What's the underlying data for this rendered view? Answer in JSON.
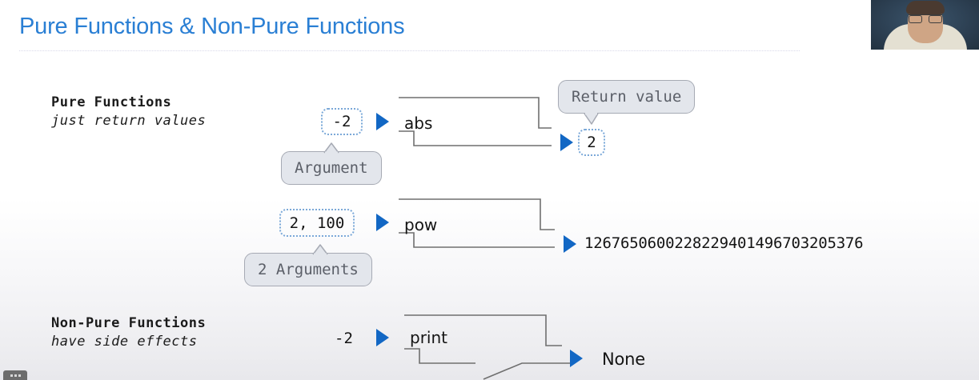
{
  "slide": {
    "title": "Pure Functions & Non-Pure Functions",
    "accent_color": "#2a7fd4",
    "triangle_color": "#1267c4",
    "chip_border_color": "#7aa8d8",
    "callout_bg": "#e3e6ec",
    "callout_border": "#a6aab4",
    "callout_text": "#5b5f68",
    "machine_line_color": "#6f6f6f"
  },
  "sections": {
    "pure": {
      "heading": "Pure Functions",
      "subheading": "just return values"
    },
    "non_pure": {
      "heading": "Non-Pure Functions",
      "subheading": "have side effects"
    }
  },
  "rows": {
    "abs": {
      "argument": "-2",
      "function_name": "abs",
      "result": "2"
    },
    "pow": {
      "argument": "2, 100",
      "function_name": "pow",
      "result": "1267650600228229401496703205376"
    },
    "print": {
      "argument": "-2",
      "function_name": "print",
      "result": "None"
    }
  },
  "callouts": {
    "argument": "Argument",
    "two_arguments": "2 Arguments",
    "return_value": "Return value"
  }
}
